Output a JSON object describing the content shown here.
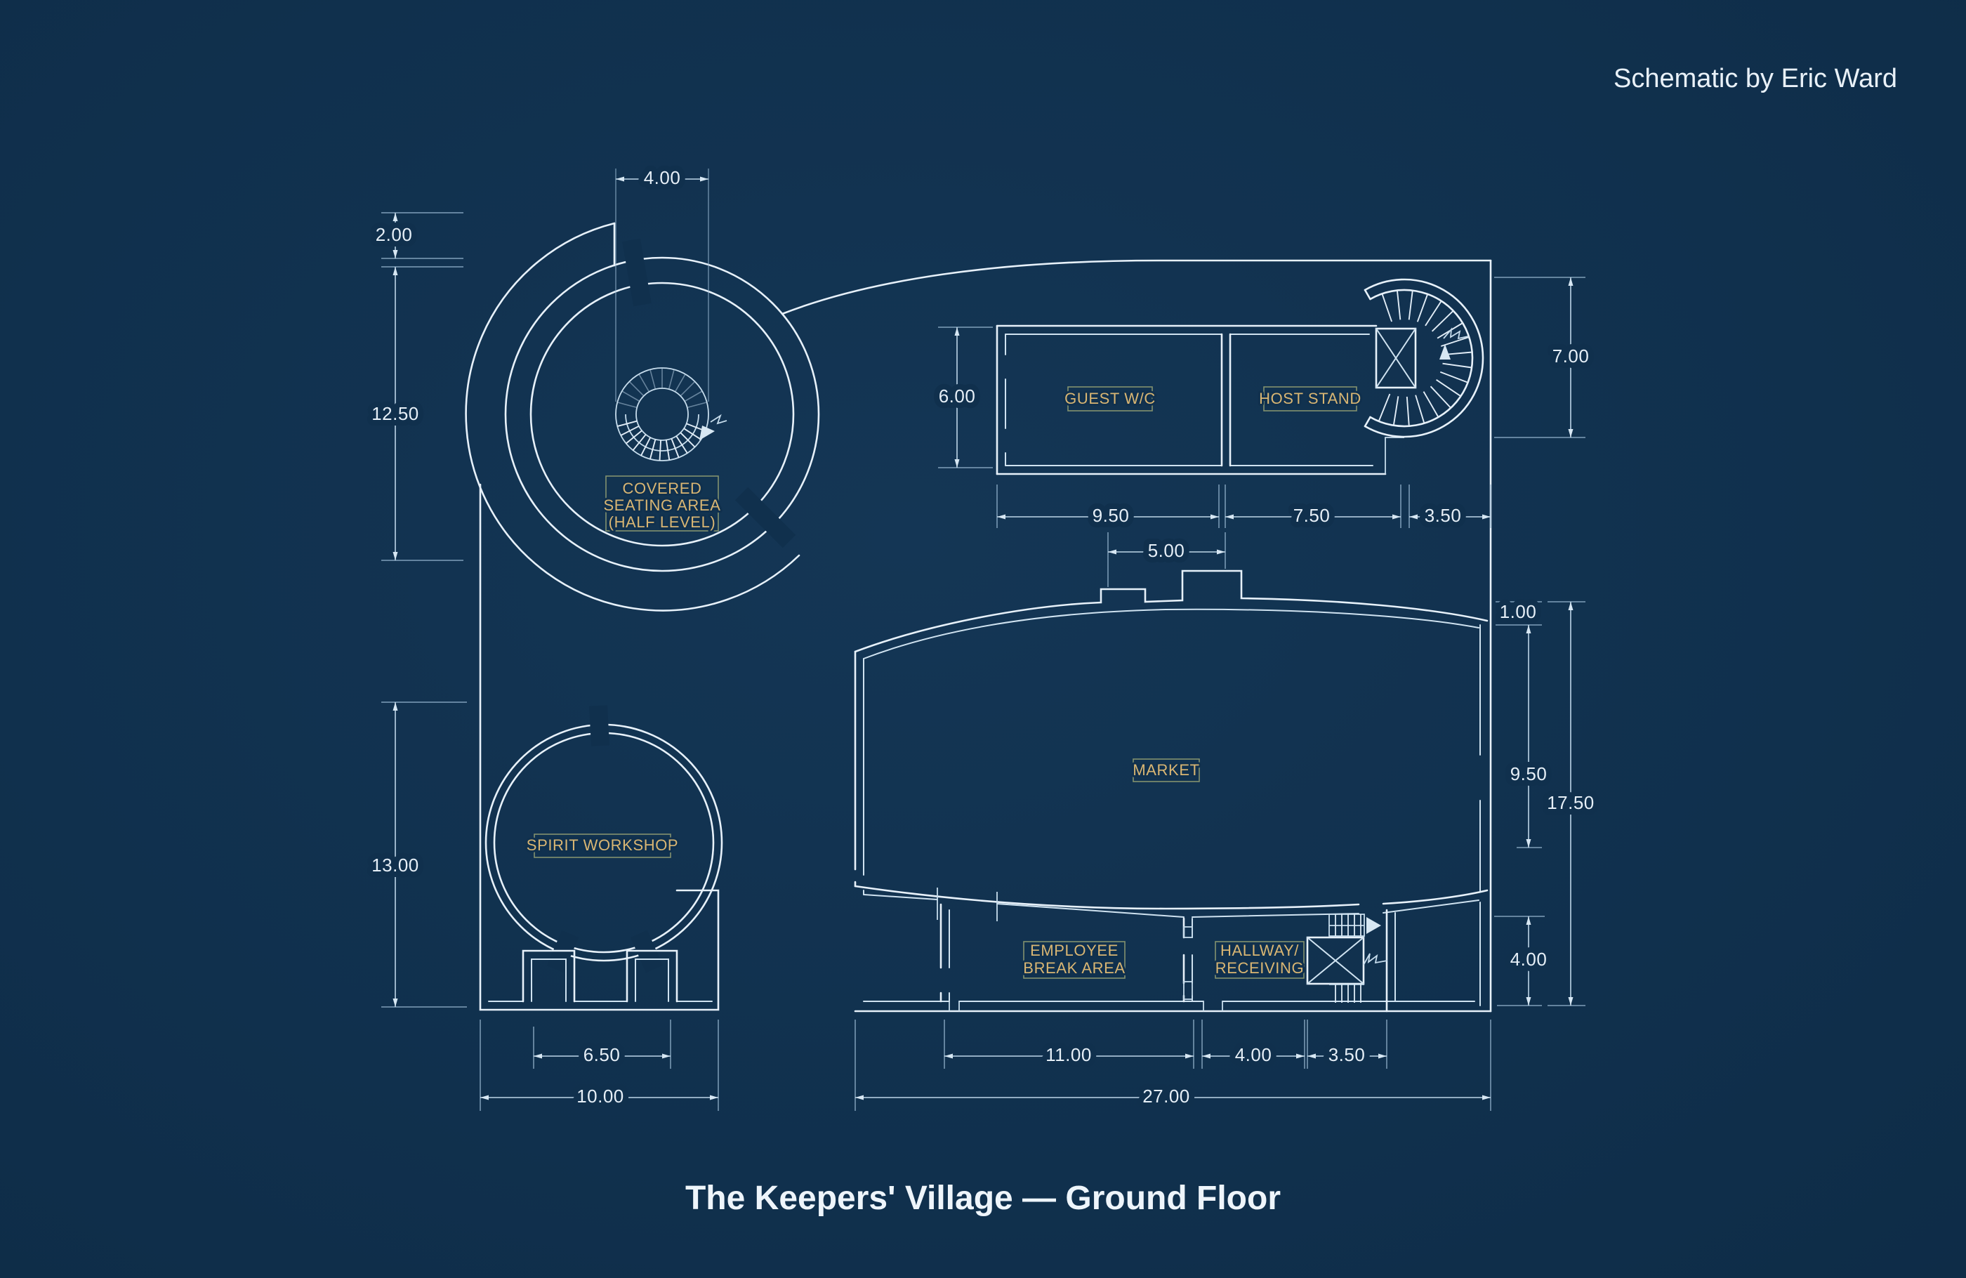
{
  "header": {
    "credit": "Schematic by Eric Ward"
  },
  "footer": {
    "title": "The Keepers' Village — Ground Floor"
  },
  "palette": {
    "background": "#10304d",
    "wall_line": "#e7f1fa",
    "dim_line": "#bed6e8",
    "label_text": "#d9b673",
    "label_border": "#a8b278",
    "heading_text": "#eef5fb"
  },
  "rooms": {
    "covered_seating": {
      "l1": "COVERED",
      "l2": "SEATING AREA",
      "l3": "(HALF LEVEL)"
    },
    "guest_wc": {
      "label": "GUEST W/C"
    },
    "host_stand": {
      "label": "HOST STAND"
    },
    "market": {
      "label": "MARKET"
    },
    "spirit_workshop": {
      "label": "SPIRIT WORKSHOP"
    },
    "employee_break": {
      "l1": "EMPLOYEE",
      "l2": "BREAK AREA"
    },
    "hallway_receiving": {
      "l1": "HALLWAY/",
      "l2": "RECEIVING"
    }
  },
  "dimensions": {
    "stair_top_width": "4.00",
    "arc_gap": "2.00",
    "seating_height": "12.50",
    "workshop_height": "13.00",
    "wc_left_wall": "6.00",
    "wc_width": "9.50",
    "host_width": "7.50",
    "upper_stair_width": "3.50",
    "notch_span": "5.00",
    "upper_stair_height": "7.00",
    "right_inset": "1.00",
    "market_side_height": "9.50",
    "right_total_height": "17.50",
    "service_height": "4.00",
    "workshop_width": "6.50",
    "left_wing_width": "10.00",
    "break_width": "11.00",
    "hall_width": "4.00",
    "lower_stair_width": "3.50",
    "main_width": "27.00"
  }
}
